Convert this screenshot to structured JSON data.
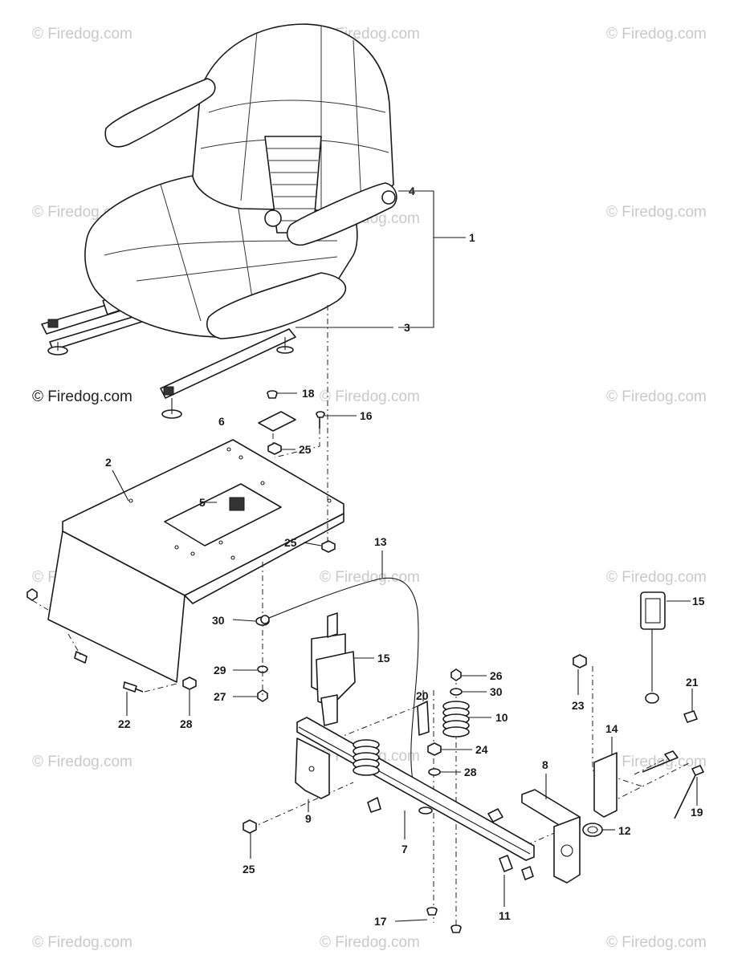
{
  "watermark": "© Firedog.com",
  "callouts": [
    {
      "id": "c1",
      "label": "1"
    },
    {
      "id": "c2",
      "label": "2"
    },
    {
      "id": "c3",
      "label": "3"
    },
    {
      "id": "c4",
      "label": "4"
    },
    {
      "id": "c5",
      "label": "5"
    },
    {
      "id": "c6",
      "label": "6"
    },
    {
      "id": "c7",
      "label": "7"
    },
    {
      "id": "c8",
      "label": "8"
    },
    {
      "id": "c9",
      "label": "9"
    },
    {
      "id": "c10",
      "label": "10"
    },
    {
      "id": "c11",
      "label": "11"
    },
    {
      "id": "c12",
      "label": "12"
    },
    {
      "id": "c13",
      "label": "13"
    },
    {
      "id": "c14",
      "label": "14"
    },
    {
      "id": "c15a",
      "label": "15"
    },
    {
      "id": "c15b",
      "label": "15"
    },
    {
      "id": "c16",
      "label": "16"
    },
    {
      "id": "c17",
      "label": "17"
    },
    {
      "id": "c18",
      "label": "18"
    },
    {
      "id": "c19",
      "label": "19"
    },
    {
      "id": "c20",
      "label": "20"
    },
    {
      "id": "c21",
      "label": "21"
    },
    {
      "id": "c22",
      "label": "22"
    },
    {
      "id": "c23",
      "label": "23"
    },
    {
      "id": "c24",
      "label": "24"
    },
    {
      "id": "c25a",
      "label": "25"
    },
    {
      "id": "c25b",
      "label": "25"
    },
    {
      "id": "c25c",
      "label": "25"
    },
    {
      "id": "c26",
      "label": "26"
    },
    {
      "id": "c27",
      "label": "27"
    },
    {
      "id": "c28a",
      "label": "28"
    },
    {
      "id": "c28b",
      "label": "28"
    },
    {
      "id": "c29",
      "label": "29"
    },
    {
      "id": "c30a",
      "label": "30"
    },
    {
      "id": "c30b",
      "label": "30"
    }
  ]
}
